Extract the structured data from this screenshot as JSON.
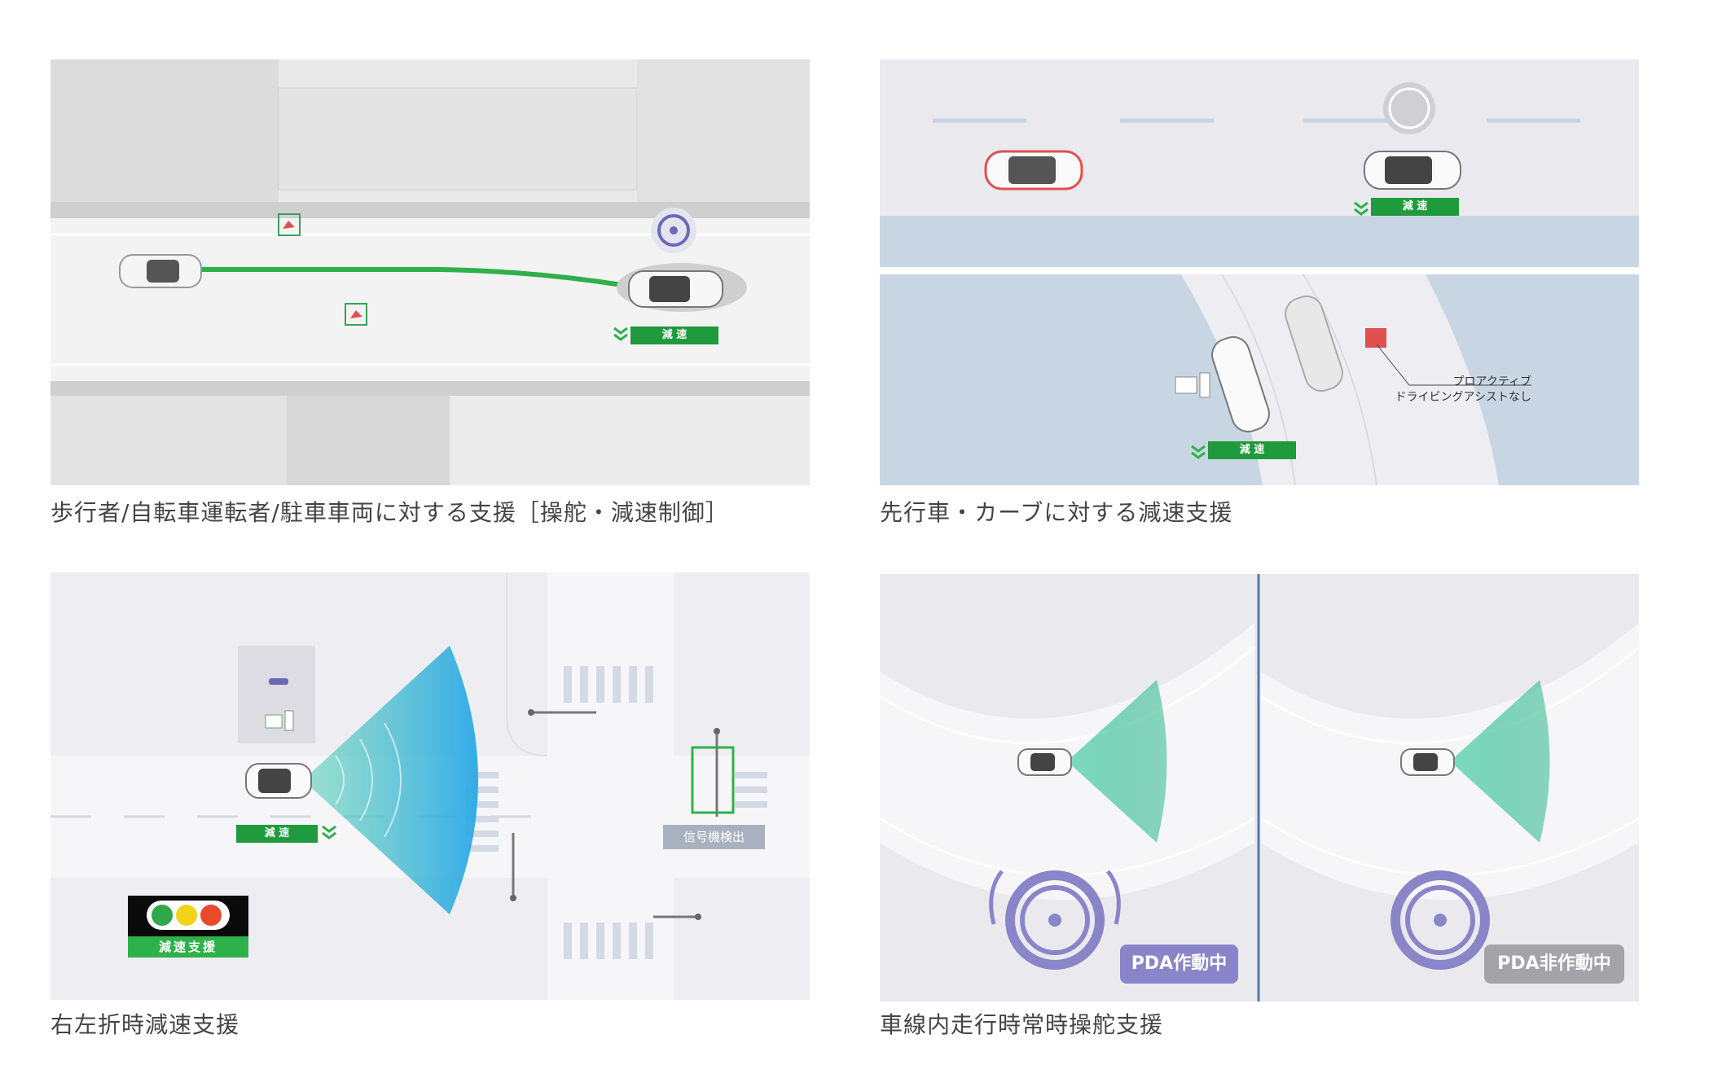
{
  "panels": [
    {
      "caption": "歩行者/自転車運転者/駐車車両に対する支援［操舵・減速制御］",
      "badge": "減 速"
    },
    {
      "caption": "先行車・カーブに対する減速支援",
      "badge_top": "減 速",
      "badge_bottom": "減 速",
      "callout_line1": "プロアクティブ",
      "callout_line2": "ドライビングアシストなし"
    },
    {
      "caption": "右左折時減速支援",
      "badge": "減 速",
      "signal_label": "減速支援",
      "signal_detect": "信号機検出"
    },
    {
      "caption": "車線内走行時常時操舵支援",
      "pda_on": "PDA作動中",
      "pda_off": "PDA非作動中"
    }
  ],
  "colors": {
    "accent_green": "#1f9a3c",
    "pda_purple": "#8a85c9",
    "road": "#eeeef2",
    "water_blue": "#c8d6e4"
  }
}
